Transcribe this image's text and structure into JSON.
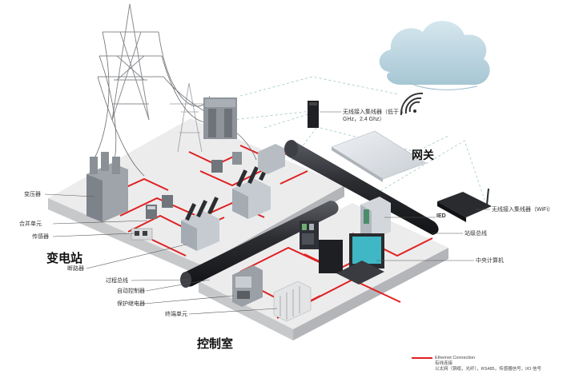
{
  "titles": {
    "substation": "变电站",
    "control_room": "控制室",
    "gateway": "网关"
  },
  "labels": {
    "transformer": "变压器",
    "merging_unit": "合并单元",
    "sensor": "传感器",
    "breaker": "断路器",
    "process_bus": "过程总线",
    "auto_controller": "自动控制器",
    "protection_relay": "保护继电器",
    "terminal_unit": "终端单元",
    "wireless_sensor_low": "无线接入集线器（低于 1 GHz，2.4 Ghz）",
    "wireless_sensor_wifi": "无线接入集线器（WiFi）",
    "ied": "IED",
    "station_bus": "站级总线",
    "central_computer": "中央计算机"
  },
  "legend": {
    "line1": "Ethernet Connection",
    "line2": "有线连接",
    "line3": "以太网（铜缆，光纤），RS485，传感器信号，I/O 信号"
  },
  "colors": {
    "wire": "#e02020",
    "platform_top": "#e9e9ea",
    "platform_side": "#c4c5c7",
    "bus_pipe": "#2b2d31",
    "cloud": "#b8d3df"
  }
}
